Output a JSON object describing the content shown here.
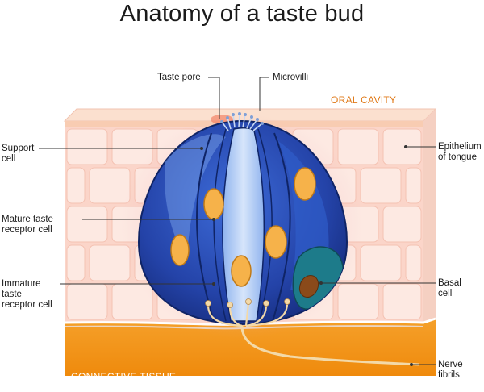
{
  "title": "Anatomy of a taste bud",
  "regions": {
    "top": "ORAL CAVITY",
    "bottom": "CONNECTIVE TISSUE"
  },
  "labels": {
    "taste_pore": "Taste pore",
    "microvilli": "Microvilli",
    "support_cell": "Support\ncell",
    "epithelium": "Epithelium\nof tongue",
    "mature_receptor": "Mature taste\nreceptor cell",
    "immature_receptor": "Immature\ntaste\nreceptor cell",
    "basal_cell": "Basal\ncell",
    "nerve_fibrils": "Nerve\nfibrils"
  },
  "colors": {
    "epithelium_fill": "#fbd9cf",
    "epithelium_cell": "#fde9e2",
    "oral_surface": "#f7c48e",
    "connective": "#f59a1a",
    "bud_dark": "#1f3c99",
    "bud_mid": "#2e5cc7",
    "bud_light": "#bcd3f5",
    "nucleus": "#f6b24a",
    "basal": "#1d7b8a",
    "nerve": "#f3d9a8",
    "line": "#333333"
  }
}
